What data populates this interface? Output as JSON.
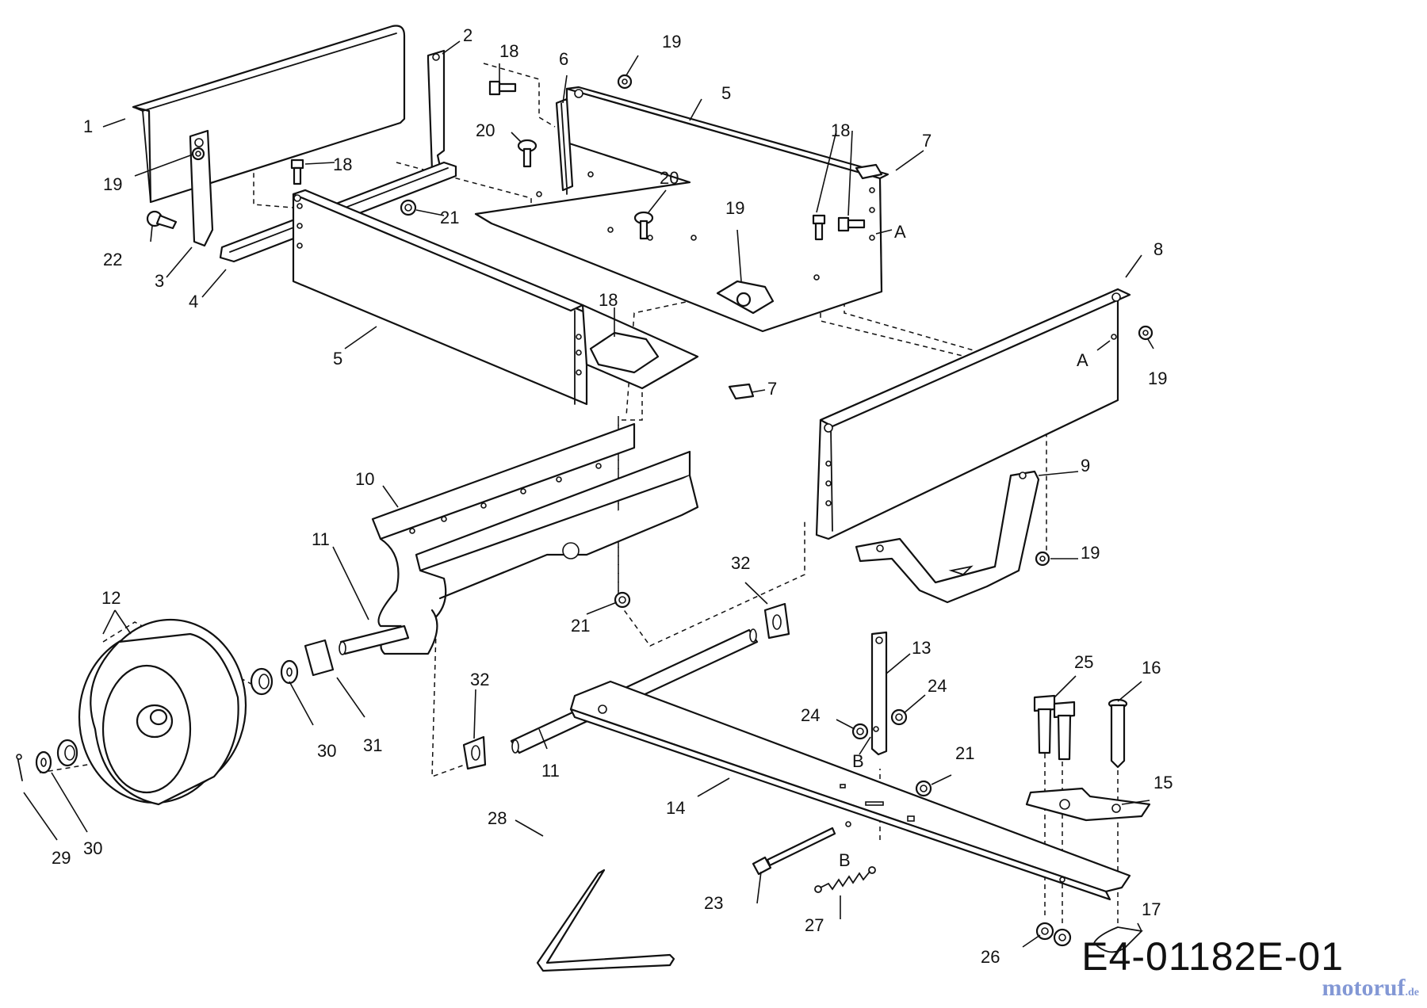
{
  "drawing_code": "E4-01182E-01",
  "watermark": {
    "brand": "motoruf",
    "tld": ".de"
  },
  "callouts": [
    {
      "id": "c1",
      "label": "1"
    },
    {
      "id": "c2",
      "label": "2"
    },
    {
      "id": "c3",
      "label": "3"
    },
    {
      "id": "c4",
      "label": "4"
    },
    {
      "id": "c5a",
      "label": "5"
    },
    {
      "id": "c5b",
      "label": "5"
    },
    {
      "id": "c6",
      "label": "6"
    },
    {
      "id": "c7a",
      "label": "7"
    },
    {
      "id": "c7b",
      "label": "7"
    },
    {
      "id": "c8",
      "label": "8"
    },
    {
      "id": "c9",
      "label": "9"
    },
    {
      "id": "c10",
      "label": "10"
    },
    {
      "id": "c11a",
      "label": "11"
    },
    {
      "id": "c11b",
      "label": "11"
    },
    {
      "id": "c12",
      "label": "12"
    },
    {
      "id": "c13",
      "label": "13"
    },
    {
      "id": "c14",
      "label": "14"
    },
    {
      "id": "c15",
      "label": "15"
    },
    {
      "id": "c16",
      "label": "16"
    },
    {
      "id": "c17",
      "label": "17"
    },
    {
      "id": "c18a",
      "label": "18"
    },
    {
      "id": "c18b",
      "label": "18"
    },
    {
      "id": "c18c",
      "label": "18"
    },
    {
      "id": "c18d",
      "label": "18"
    },
    {
      "id": "c19a",
      "label": "19"
    },
    {
      "id": "c19b",
      "label": "19"
    },
    {
      "id": "c19c",
      "label": "19"
    },
    {
      "id": "c19d",
      "label": "19"
    },
    {
      "id": "c19e",
      "label": "19"
    },
    {
      "id": "c20a",
      "label": "20"
    },
    {
      "id": "c20b",
      "label": "20"
    },
    {
      "id": "c21a",
      "label": "21"
    },
    {
      "id": "c21b",
      "label": "21"
    },
    {
      "id": "c21c",
      "label": "21"
    },
    {
      "id": "c22",
      "label": "22"
    },
    {
      "id": "c23",
      "label": "23"
    },
    {
      "id": "c24a",
      "label": "24"
    },
    {
      "id": "c24b",
      "label": "24"
    },
    {
      "id": "c25",
      "label": "25"
    },
    {
      "id": "c26",
      "label": "26"
    },
    {
      "id": "c27",
      "label": "27"
    },
    {
      "id": "c28",
      "label": "28"
    },
    {
      "id": "c29",
      "label": "29"
    },
    {
      "id": "c30a",
      "label": "30"
    },
    {
      "id": "c30b",
      "label": "30"
    },
    {
      "id": "c31",
      "label": "31"
    },
    {
      "id": "c32a",
      "label": "32"
    },
    {
      "id": "c32b",
      "label": "32"
    },
    {
      "id": "cA1",
      "label": "A"
    },
    {
      "id": "cA2",
      "label": "A"
    },
    {
      "id": "cB1",
      "label": "B"
    },
    {
      "id": "cB2",
      "label": "B"
    }
  ]
}
